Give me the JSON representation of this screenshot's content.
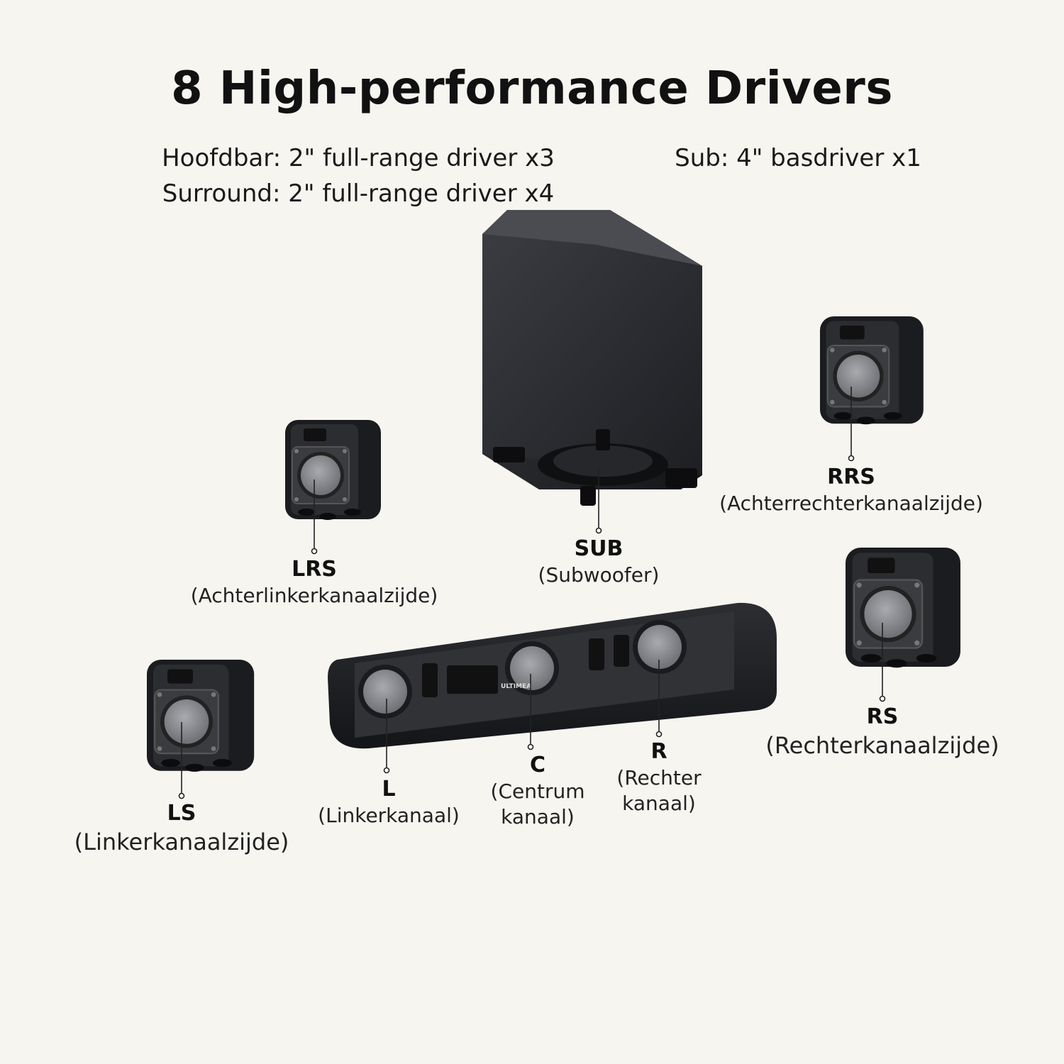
{
  "title": "8 High-performance Drivers",
  "specs": {
    "main_line1": "Hoofdbar: 2\" full-range driver x3",
    "main_line2": "Surround: 2\" full-range driver x4",
    "sub": "Sub: 4\" basdriver x1"
  },
  "brand": "ULTIMEA",
  "channels": {
    "sub": {
      "code": "SUB",
      "desc": "(Subwoofer)"
    },
    "lrs": {
      "code": "LRS",
      "desc": "(Achterlinkerkanaalzijde)"
    },
    "rrs": {
      "code": "RRS",
      "desc": "(Achterrechterkanaalzijde)"
    },
    "rs": {
      "code": "RS",
      "desc": "(Rechterkanaalzijde)"
    },
    "ls": {
      "code": "LS",
      "desc": "(Linkerkanaalzijde)"
    },
    "l": {
      "code": "L",
      "desc": "(Linkerkanaal)"
    },
    "c": {
      "code": "C",
      "desc": "(Centrum\nkanaal)"
    },
    "r": {
      "code": "R",
      "desc": "(Rechter\nkanaal)"
    }
  },
  "colors": {
    "background": "#f6f5f0",
    "device_dark": "#1c1d20",
    "device_mid": "#2e3034",
    "driver_cone": "#8d8e92"
  }
}
